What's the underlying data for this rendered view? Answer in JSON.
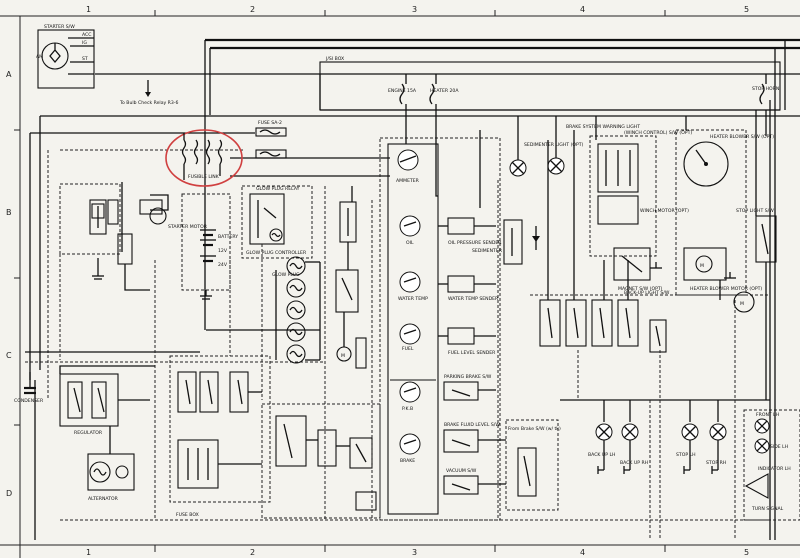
{
  "grid": {
    "columns": [
      "1",
      "2",
      "3",
      "4",
      "5"
    ],
    "rows": [
      "A",
      "B",
      "C",
      "D"
    ]
  },
  "labels": {
    "starter_sw": "STARTER S/W",
    "jsi_box": "J/SI BOX",
    "bulb_check": "To Bulb Check Relay R3-6",
    "fuse": "FUSE SA-2",
    "fusible_link": "FUSIBLE LINK",
    "starter_motor": "STARTER MOTOR",
    "battery": "BATTERY",
    "battery_12v": "12V",
    "battery_24v": "24V",
    "glow_plug_relay": "GLOW PLUG RELAY",
    "glow_plug_controller": "GLOW PLUG CONTROLLER",
    "glow_plug": "GLOW PLUG",
    "engine_fuse": "ENGINE 15A",
    "heater_fuse": "HEATER 20A",
    "stop_horn_fuse": "STOP HORN",
    "ammeter": "AMMETER",
    "oil": "OIL",
    "water_temp": "WATER TEMP",
    "fuel": "FUEL",
    "pkb": "P.K.B",
    "brake": "BRAKE",
    "oil_pressure_sender": "OIL PRESSURE SENDER",
    "water_temp_sender": "WATER TEMP SENDER",
    "fuel_level_sender": "FUEL LEVEL SENDER",
    "parking_brake_sw": "PARKING BRAKE S/W",
    "brake_fluid_level_sw": "BRAKE FLUID LEVEL S/W",
    "vacuum_sw": "VACUUM S/W",
    "sedimenter": "SEDIMENTER",
    "sedimenter_light": "SEDIMENTER LIGHT (OPT)",
    "brake_warning_light": "BRAKE SYSTEM WARNING LIGHT",
    "winch_control": "(WINCH CONTROL) S/W (OPT)",
    "winch_motor": "WINCH MOTOR (OPT)",
    "magnet_sw": "MAGNET S/W (OPT)",
    "heater_blower": "HEATER BLOWER S/W (OPT)",
    "heater_blower_motor": "HEATER BLOWER MOTOR (OPT)",
    "back_up_light_sw": "BACK-UP LIGHT S/W",
    "stop_light_sw": "STOP LIGHT S/W",
    "back_up_lh": "BACK UP LH",
    "back_up_rh": "BACK UP RH",
    "stop_lh": "STOP LH",
    "stop_rh": "STOP RH",
    "front_lh": "FRONT LH",
    "side_lh": "SIDE LH",
    "indicator_lh": "INDICATOR LH",
    "turn_signal": "TURN SIGNAL",
    "regulator": "REGULATOR",
    "alternator": "ALTERNATOR",
    "condenser": "CONDENSER",
    "fuse_box": "FUSE BOX",
    "from_brake_check": "From Brake S/W (w/ tk)"
  }
}
